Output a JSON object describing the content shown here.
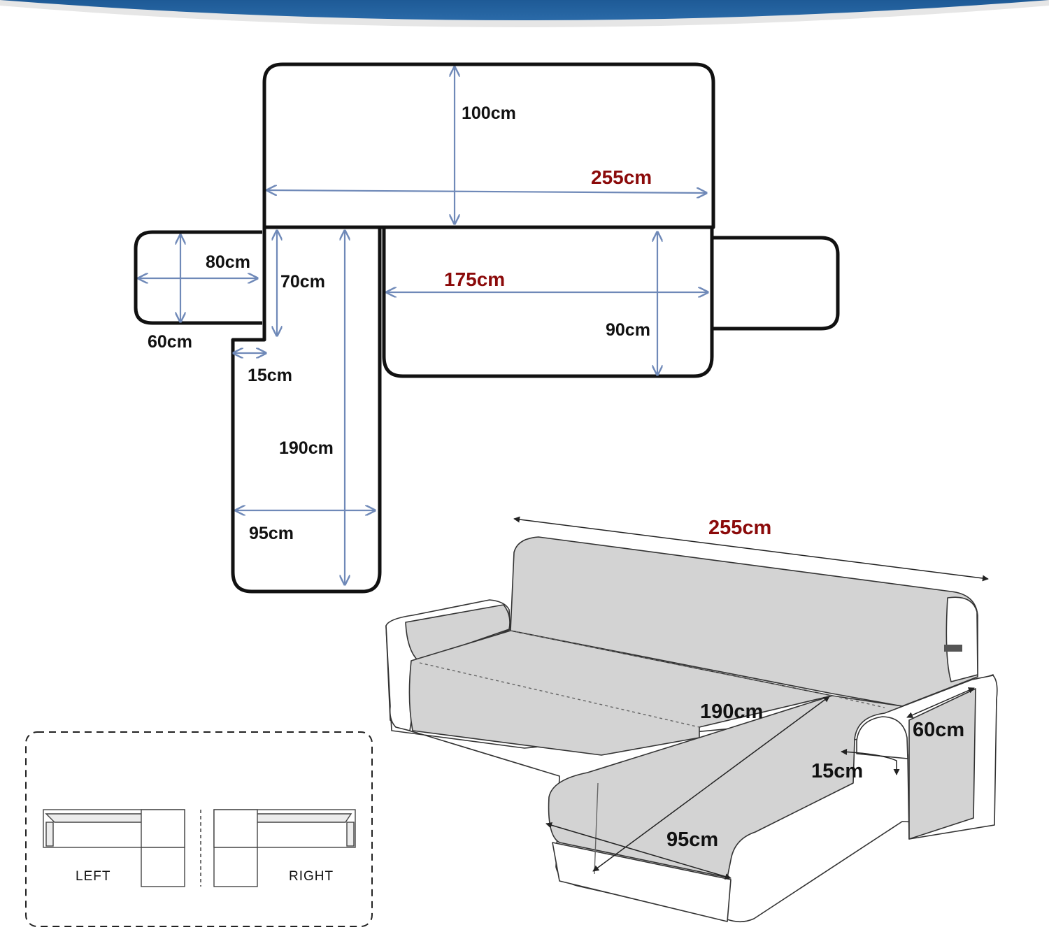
{
  "colors": {
    "banner": "#1e5a96",
    "arrow": "#6f89b8",
    "highlight": "#8b0a0a",
    "cover": "#d3d3d3"
  },
  "flat_pattern": {
    "back_height": "100cm",
    "back_width": "255cm",
    "arm_length": "80cm",
    "arm_height": "60cm",
    "seat_depth": "70cm",
    "gap_width": "15cm",
    "chaise_length": "190cm",
    "chaise_width": "95cm",
    "seat_width": "175cm",
    "seat_depth_right": "90cm"
  },
  "sofa_view": {
    "top_width": "255cm",
    "chaise_length": "190cm",
    "arm_height": "60cm",
    "gap_width": "15cm",
    "chaise_width": "95cm"
  },
  "orientation": {
    "left_label": "LEFT",
    "right_label": "RIGHT"
  }
}
